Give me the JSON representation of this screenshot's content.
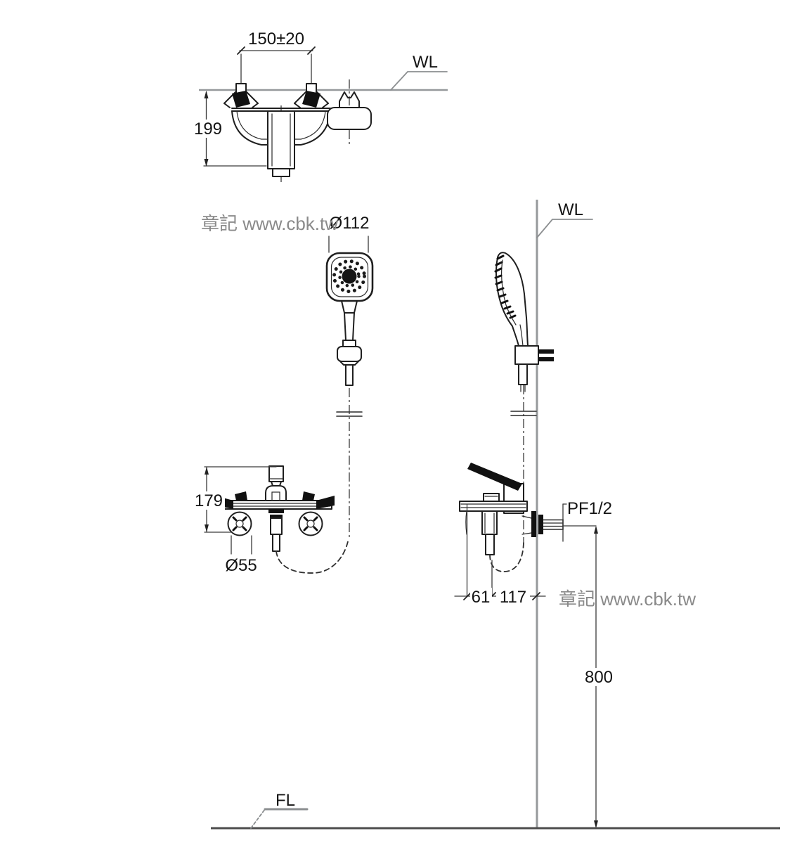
{
  "watermark": {
    "text": "章記 www.cbk.tw",
    "color": "#8a8a8a"
  },
  "labels": {
    "wall_line": "WL",
    "floor_line": "FL",
    "thread_size": "PF1/2"
  },
  "dimensions": {
    "mount_spacing": "150±20",
    "top_view_depth": "199",
    "head_diameter": "Ø112",
    "body_height": "179",
    "escutcheon_diameter": "Ø55",
    "spout_offset": "61",
    "spout_reach": "117",
    "mount_height": "800"
  },
  "colors": {
    "line": "#1f1f1f",
    "wall": "#96999b",
    "floor": "#4d4d4d",
    "text": "#141414"
  }
}
